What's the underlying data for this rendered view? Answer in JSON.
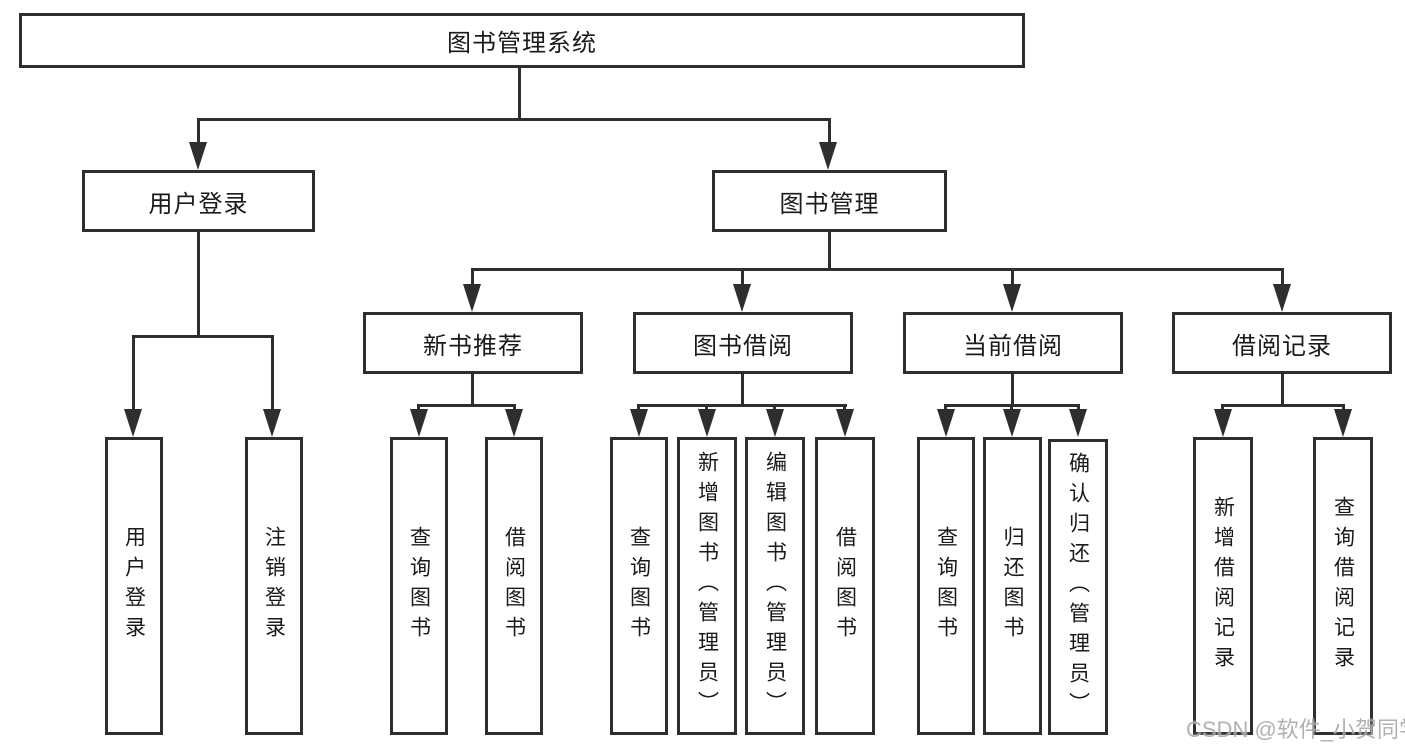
{
  "diagram": {
    "root": {
      "label": "图书管理系统"
    },
    "level2": [
      {
        "label": "用户登录",
        "children": [
          {
            "label": "用户登录"
          },
          {
            "label": "注销登录"
          }
        ]
      },
      {
        "label": "图书管理",
        "children": [
          {
            "label": "新书推荐",
            "children": [
              {
                "label": "查询图书"
              },
              {
                "label": "借阅图书"
              }
            ]
          },
          {
            "label": "图书借阅",
            "children": [
              {
                "label": "查询图书"
              },
              {
                "label": "新增图书（管理员）"
              },
              {
                "label": "编辑图书（管理员）"
              },
              {
                "label": "借阅图书"
              }
            ]
          },
          {
            "label": "当前借阅",
            "children": [
              {
                "label": "查询图书"
              },
              {
                "label": "归还图书"
              },
              {
                "label": "确认归还（管理员）"
              }
            ]
          },
          {
            "label": "借阅记录",
            "children": [
              {
                "label": "新增借阅记录"
              },
              {
                "label": "查询借阅记录"
              }
            ]
          }
        ]
      }
    ],
    "line_color": "#2e2e2e"
  },
  "watermark": {
    "label": "CSDN @软件_小贺同学"
  }
}
